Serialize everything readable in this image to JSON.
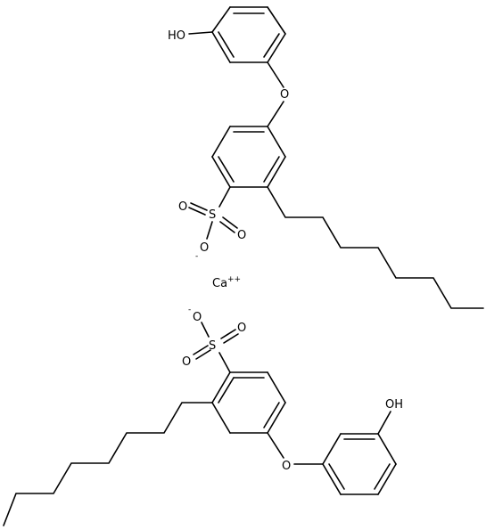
{
  "molecule": {
    "ion_top": {
      "hydroxyl_label": "HO",
      "ether_label": "O",
      "sulfur_label": "S",
      "sulfonyl_o1_label": "O",
      "sulfonyl_o2_label": "O",
      "oxide_label": "O",
      "oxide_charge": "-"
    },
    "cation": {
      "label": "Ca",
      "charge": "++"
    },
    "ion_bottom": {
      "hydroxyl_label": "OH",
      "ether_label": "O",
      "sulfur_label": "S",
      "sulfonyl_o1_label": "O",
      "sulfonyl_o2_label": "O",
      "oxide_label": "O",
      "oxide_charge": "-"
    }
  },
  "colors": {
    "bond": "#000000",
    "background": "#ffffff"
  }
}
